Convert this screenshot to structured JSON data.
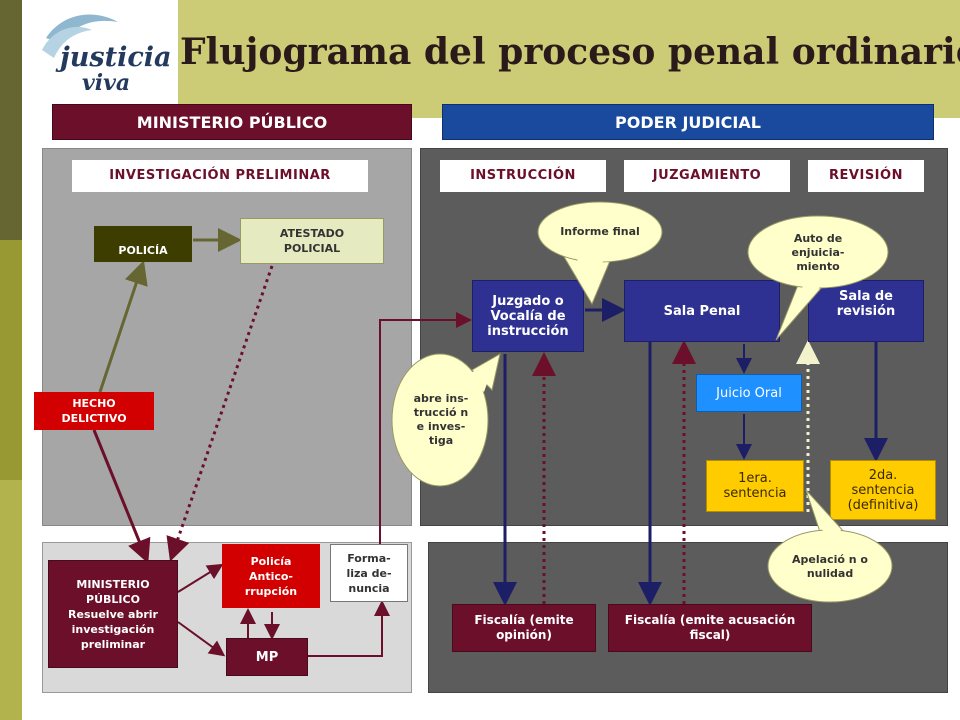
{
  "title": "Flujograma del proceso penal ordinario",
  "logo": {
    "word1": "justicia",
    "word2": "viva"
  },
  "bands": {
    "mp": "MINISTERIO PÚBLICO",
    "pj": "PODER JUDICIAL"
  },
  "phases": {
    "investigacion": "INVESTIGACIÓN PRELIMINAR",
    "instruccion": "INSTRUCCIÓN",
    "juzgamiento": "JUZGAMIENTO",
    "revision": "REVISIÓN"
  },
  "nodes": {
    "policia": "POLICÍA",
    "atestado": "ATESTADO POLICIAL",
    "hecho": "HECHO DELICTIVO",
    "mp_box": "MINISTERIO PÚBLICO Resuelve abrir investigación preliminar",
    "policia_anti": "Policía Antico-rrupción",
    "formaliza": "Forma-liza de-nuncia",
    "mp": "MP",
    "juzgado": "Juzgado o Vocalía de instrucción",
    "sala_penal": "Sala Penal",
    "sala_revision": "Sala de revisión",
    "juicio_oral": "Juicio Oral",
    "sentencia1": "1era. sentencia",
    "sentencia2": "2da. sentencia (definitiva)",
    "fiscalia1": "Fiscalía (emite opinión)",
    "fiscalia2": "Fiscalía (emite acusación fiscal)"
  },
  "callouts": {
    "informe": "Informe final",
    "auto": "Auto de enjuicia-miento",
    "abre": "abre ins-trucció n e inves-tiga",
    "apelacion": "Apelació n o nulidad"
  },
  "colors": {
    "wine": "#6b0f2a",
    "navy": "#2e3192",
    "olive": "#666633",
    "cream": "#e6eac0",
    "red": "#d20000",
    "blue": "#1e90ff",
    "yellow": "#ffcc00",
    "bubble": "#ffffcc"
  }
}
